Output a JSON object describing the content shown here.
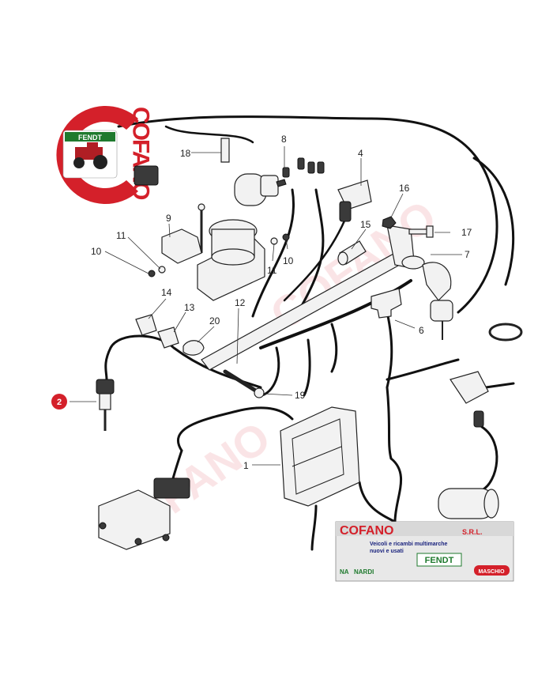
{
  "logo_top": {
    "brand_vertical": "COFANO",
    "badge_brand": "FENDT",
    "accent_color": "#d4202a",
    "badge_green": "#1f7a2e"
  },
  "diagram": {
    "callouts": [
      {
        "id": "1",
        "label": "1"
      },
      {
        "id": "2",
        "label": "2"
      },
      {
        "id": "4",
        "label": "4"
      },
      {
        "id": "6",
        "label": "6"
      },
      {
        "id": "7",
        "label": "7"
      },
      {
        "id": "8",
        "label": "8"
      },
      {
        "id": "9",
        "label": "9"
      },
      {
        "id": "10a",
        "label": "10"
      },
      {
        "id": "10b",
        "label": "10"
      },
      {
        "id": "11a",
        "label": "11"
      },
      {
        "id": "11b",
        "label": "11"
      },
      {
        "id": "12",
        "label": "12"
      },
      {
        "id": "13",
        "label": "13"
      },
      {
        "id": "14",
        "label": "14"
      },
      {
        "id": "15",
        "label": "15"
      },
      {
        "id": "16",
        "label": "16"
      },
      {
        "id": "17",
        "label": "17"
      },
      {
        "id": "18",
        "label": "18"
      },
      {
        "id": "19",
        "label": "19"
      },
      {
        "id": "20",
        "label": "20"
      }
    ],
    "highlighted_callout": "2",
    "highlight_color": "#d4202a"
  },
  "banner_bottom": {
    "company": "COFANO",
    "suffix": "S.R.L.",
    "line1": "Veicoli e ricambi multimarche",
    "line2": "nuovi e usati",
    "brands": [
      "NA",
      "NARDI",
      "FENDT",
      "MASCHIO"
    ]
  }
}
